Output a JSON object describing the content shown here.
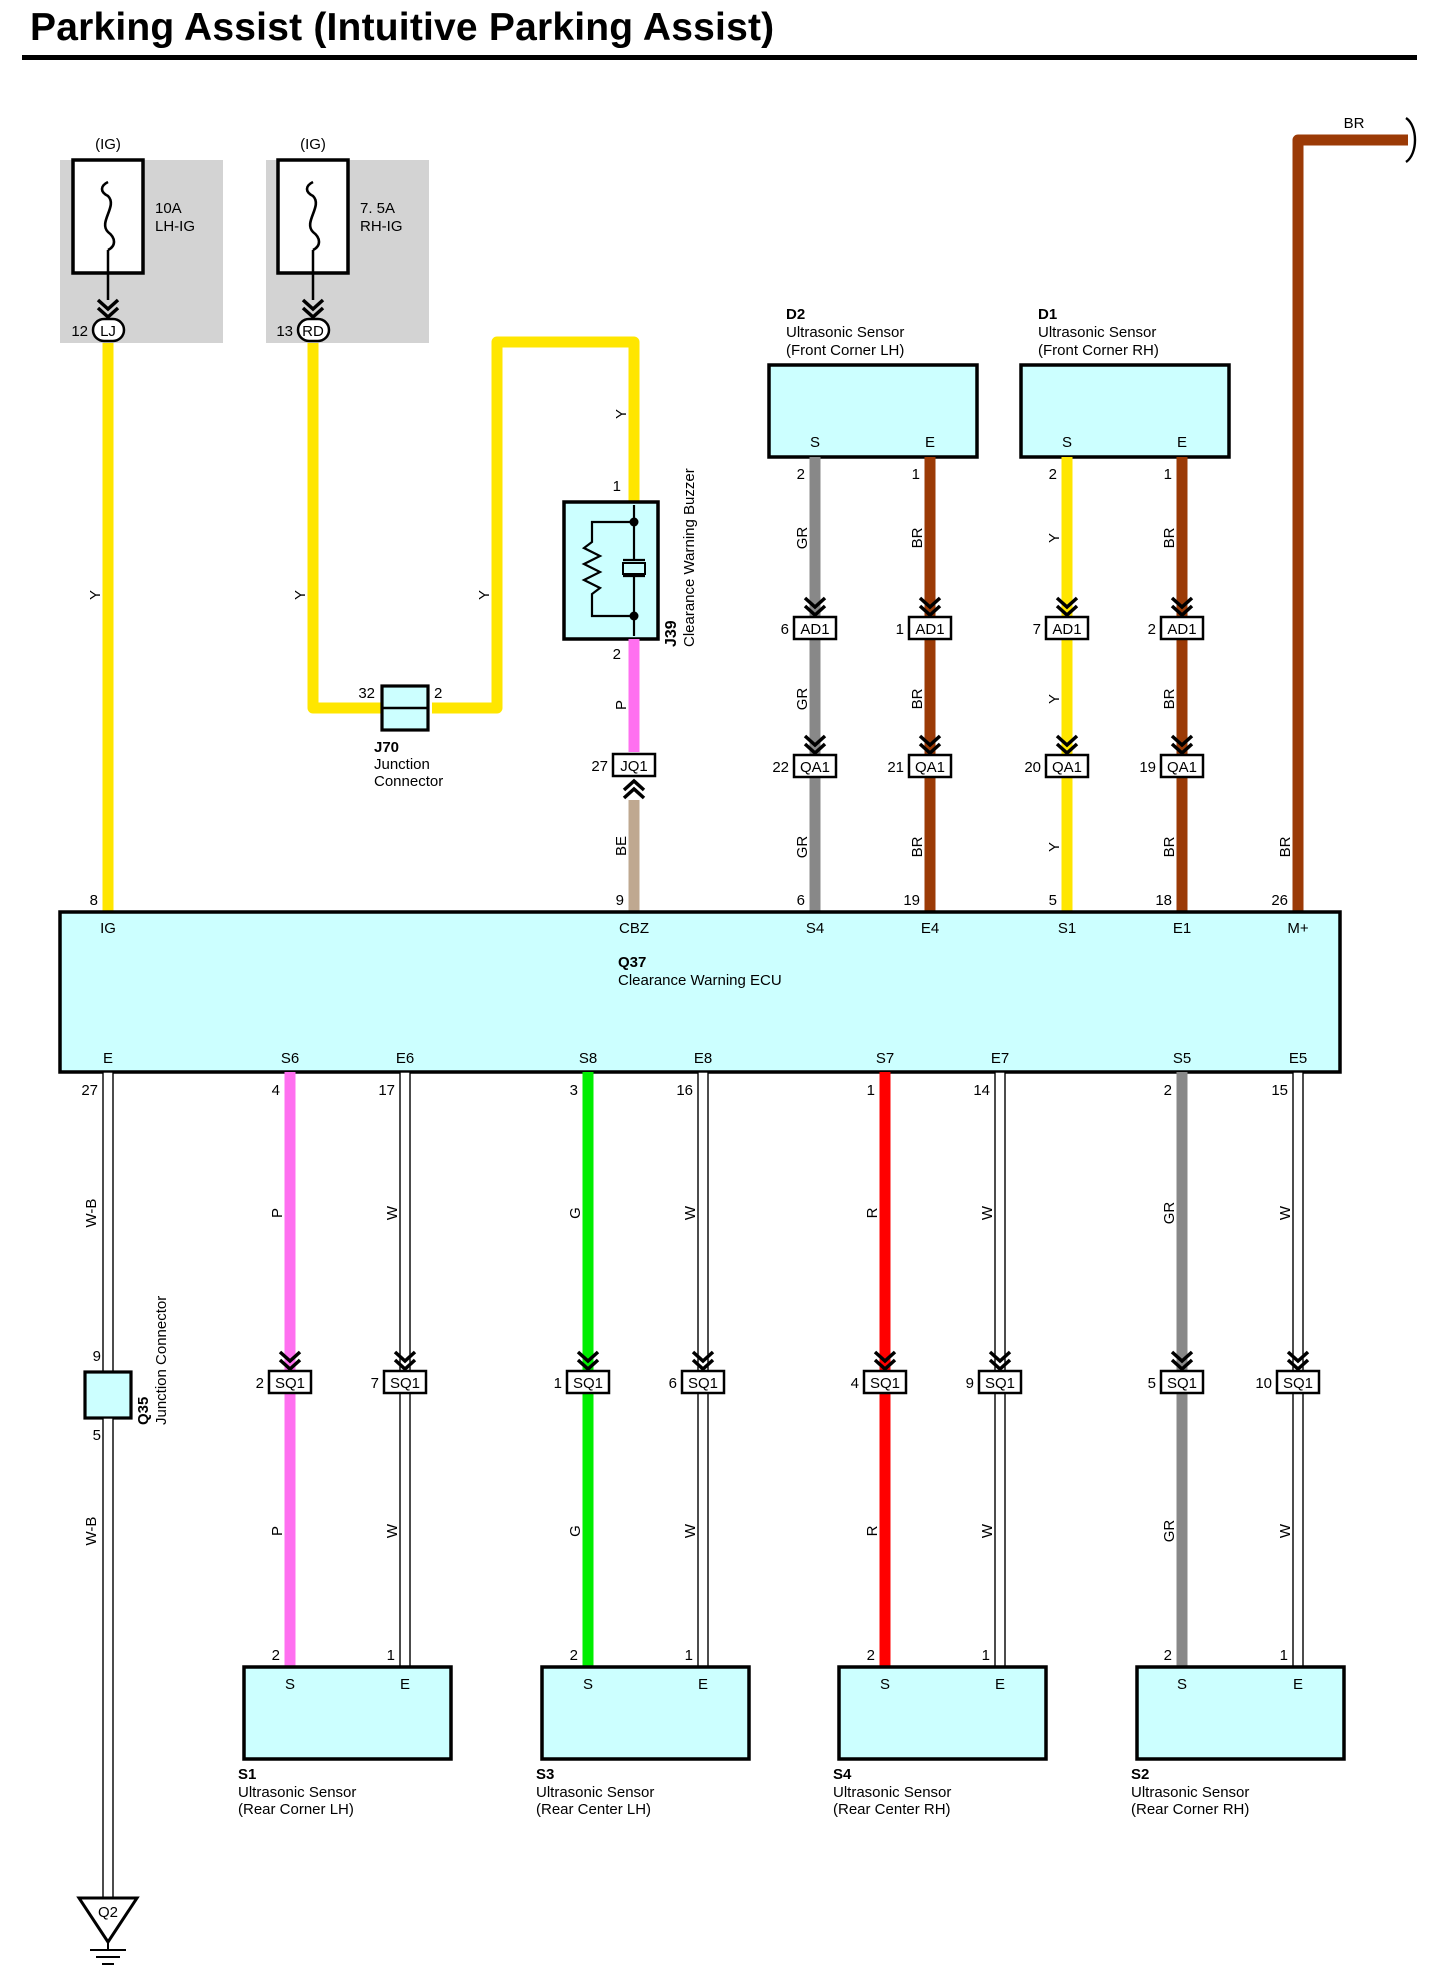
{
  "title": "Parking Assist (Intuitive Parking Assist)",
  "colors": {
    "Y": "#ffe600",
    "BR": "#9b3a06",
    "GR": "#888888",
    "P": "#ff70f0",
    "BE": "#bfa890",
    "G": "#00ee00",
    "R": "#ff0000",
    "W": "#ffffff",
    "W-B": "#ffffff",
    "box_fill": "#ccffff",
    "fuse_shade": "#d3d3d3"
  },
  "fuses": [
    {
      "id": "fuse-lh-ig",
      "source": "(IG)",
      "rating": "10A",
      "name": "LH-IG",
      "connector": "LJ",
      "pin": "12"
    },
    {
      "id": "fuse-rh-ig",
      "source": "(IG)",
      "rating": "7. 5A",
      "name": "RH-IG",
      "connector": "RD",
      "pin": "13"
    }
  ],
  "junction_j70": {
    "code": "J70",
    "line1": "Junction",
    "line2": "Connector",
    "pin_left": "32",
    "pin_right": "2"
  },
  "buzzer": {
    "code": "J39",
    "name": "Clearance Warning Buzzer",
    "pin_top": "1",
    "pin_bottom": "2"
  },
  "jq1": {
    "connector": "JQ1",
    "pin": "27"
  },
  "ecu": {
    "code": "Q37",
    "name": "Clearance Warning ECU",
    "top_pins": [
      {
        "label": "IG",
        "pin": "8"
      },
      {
        "label": "CBZ",
        "pin": "9"
      },
      {
        "label": "S4",
        "pin": "6"
      },
      {
        "label": "E4",
        "pin": "19"
      },
      {
        "label": "S1",
        "pin": "5"
      },
      {
        "label": "E1",
        "pin": "18"
      },
      {
        "label": "M+",
        "pin": "26"
      }
    ],
    "bottom_pins": [
      {
        "label": "E",
        "pin": "27"
      },
      {
        "label": "S6",
        "pin": "4"
      },
      {
        "label": "E6",
        "pin": "17"
      },
      {
        "label": "S8",
        "pin": "3"
      },
      {
        "label": "E8",
        "pin": "16"
      },
      {
        "label": "S7",
        "pin": "1"
      },
      {
        "label": "E7",
        "pin": "14"
      },
      {
        "label": "S5",
        "pin": "2"
      },
      {
        "label": "E5",
        "pin": "15"
      }
    ]
  },
  "front_sensors": [
    {
      "code": "D2",
      "line1": "Ultrasonic Sensor",
      "line2": "(Front Corner LH)",
      "wires": [
        {
          "term": "S",
          "sensor_pin": "2",
          "color": "GR",
          "ad1_pin": "6",
          "qa1_pin": "22"
        },
        {
          "term": "E",
          "sensor_pin": "1",
          "color": "BR",
          "ad1_pin": "1",
          "qa1_pin": "21"
        }
      ]
    },
    {
      "code": "D1",
      "line1": "Ultrasonic Sensor",
      "line2": "(Front Corner RH)",
      "wires": [
        {
          "term": "S",
          "sensor_pin": "2",
          "color": "Y",
          "ad1_pin": "7",
          "qa1_pin": "20"
        },
        {
          "term": "E",
          "sensor_pin": "1",
          "color": "BR",
          "ad1_pin": "2",
          "qa1_pin": "19"
        }
      ]
    }
  ],
  "connectors": {
    "ad1": "AD1",
    "qa1": "QA1",
    "sq1": "SQ1"
  },
  "top_right_wire": "BR",
  "rear_sensors": [
    {
      "code": "S1",
      "line1": "Ultrasonic Sensor",
      "line2": "(Rear Corner LH)",
      "wires": [
        {
          "term": "S",
          "sensor_pin": "2",
          "color": "P",
          "sq1_pin": "2"
        },
        {
          "term": "E",
          "sensor_pin": "1",
          "color": "W",
          "sq1_pin": "7"
        }
      ]
    },
    {
      "code": "S3",
      "line1": "Ultrasonic Sensor",
      "line2": "(Rear Center LH)",
      "wires": [
        {
          "term": "S",
          "sensor_pin": "2",
          "color": "G",
          "sq1_pin": "1"
        },
        {
          "term": "E",
          "sensor_pin": "1",
          "color": "W",
          "sq1_pin": "6"
        }
      ]
    },
    {
      "code": "S4",
      "line1": "Ultrasonic Sensor",
      "line2": "(Rear Center RH)",
      "wires": [
        {
          "term": "S",
          "sensor_pin": "2",
          "color": "R",
          "sq1_pin": "4"
        },
        {
          "term": "E",
          "sensor_pin": "1",
          "color": "W",
          "sq1_pin": "9"
        }
      ]
    },
    {
      "code": "S2",
      "line1": "Ultrasonic Sensor",
      "line2": "(Rear Corner RH)",
      "wires": [
        {
          "term": "S",
          "sensor_pin": "2",
          "color": "GR",
          "sq1_pin": "5"
        },
        {
          "term": "E",
          "sensor_pin": "1",
          "color": "W",
          "sq1_pin": "10"
        }
      ]
    }
  ],
  "ground": {
    "code": "Q35",
    "name": "Junction Connector",
    "pin_top": "9",
    "pin_bottom": "5",
    "wire": "W-B",
    "ground_label": "Q2"
  }
}
